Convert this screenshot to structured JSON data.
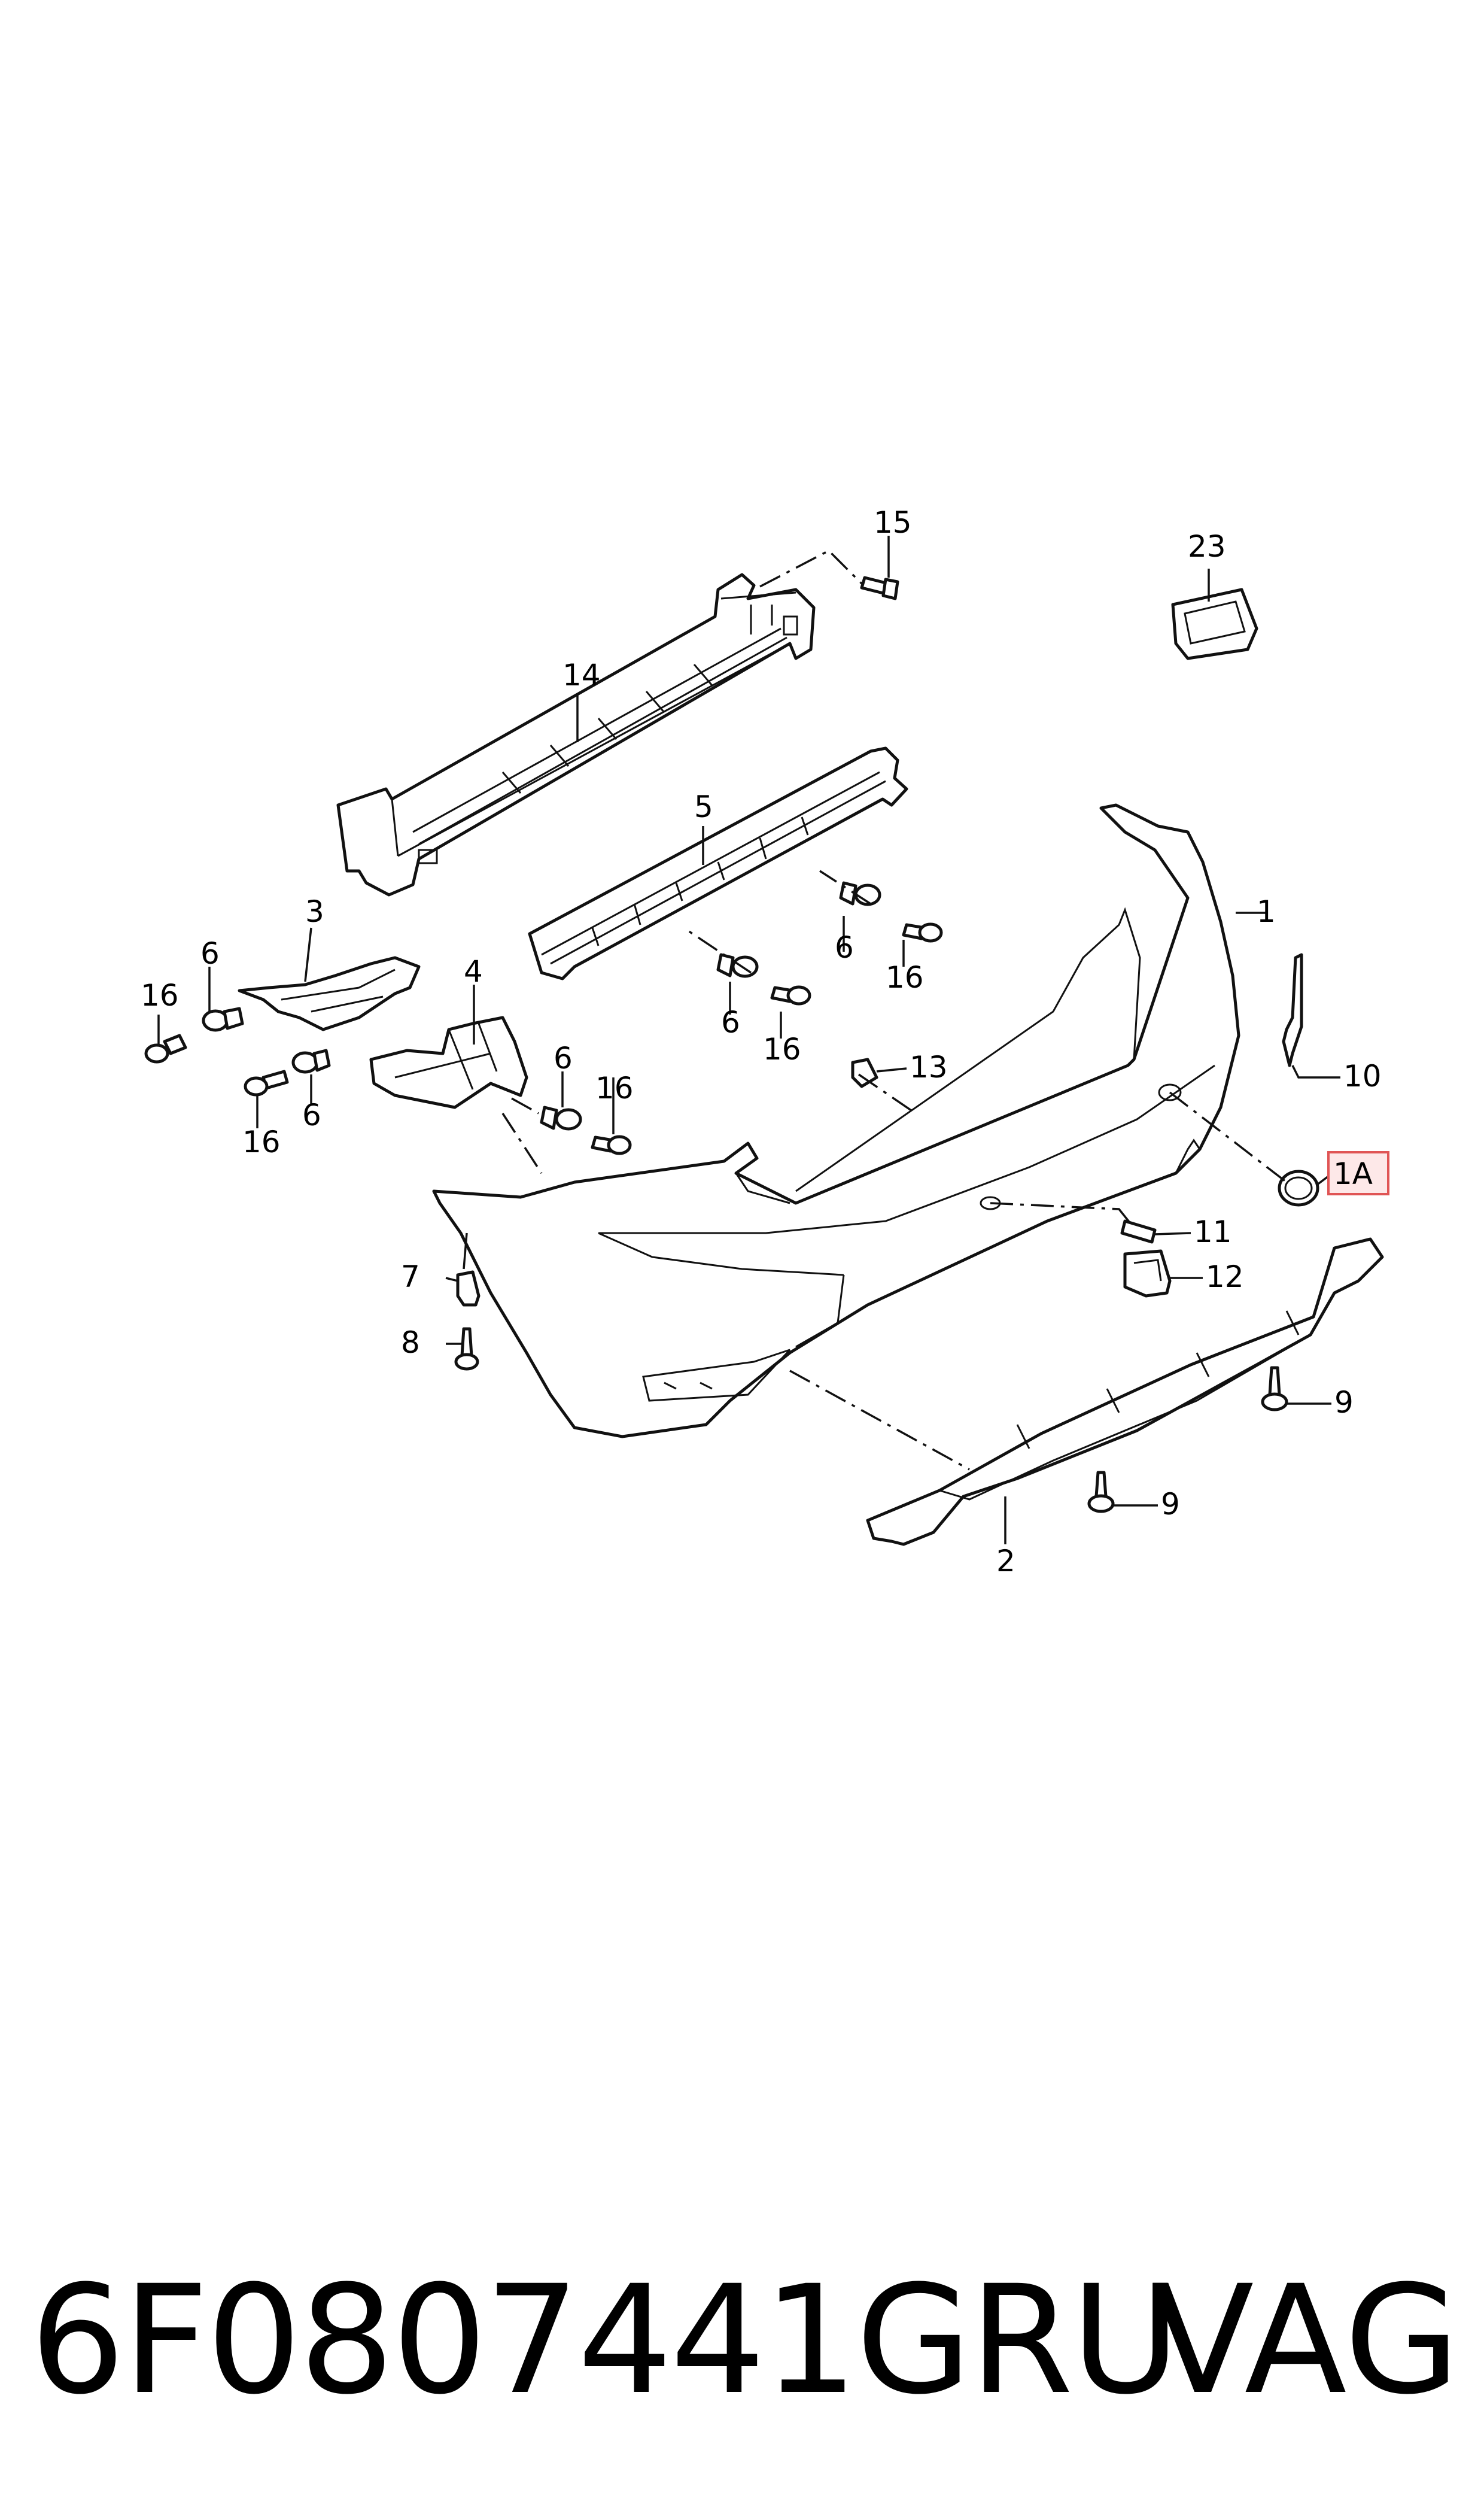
{
  "callouts": {
    "c1": "1",
    "c1A": "1A",
    "c2": "2",
    "c3": "3",
    "c4": "4",
    "c5": "5",
    "c6a": "6",
    "c6b": "6",
    "c6c": "6",
    "c6d": "6",
    "c6e": "6",
    "c7": "7",
    "c8": "8",
    "c9a": "9",
    "c9b": "9",
    "c10": "10",
    "c11": "11",
    "c12": "12",
    "c13": "13",
    "c14": "14",
    "c15": "15",
    "c16a": "16",
    "c16b": "16",
    "c16c": "16",
    "c16d": "16",
    "c16e": "16",
    "c23": "23"
  },
  "highlight": {
    "callout": "1A",
    "color": "#e05555",
    "fill": "#fde8e8"
  },
  "footer": {
    "part_number": "6F0807441GRU",
    "brand": "VAG"
  }
}
